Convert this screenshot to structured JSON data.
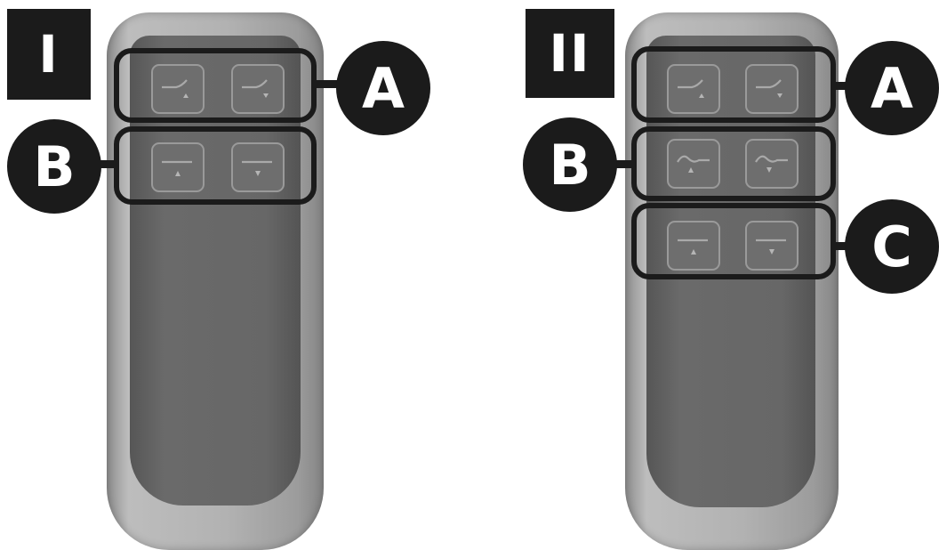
{
  "panels": [
    {
      "label": "I",
      "groups": [
        {
          "callout": "A",
          "keys": [
            "head-up-icon",
            "head-down-icon"
          ]
        },
        {
          "callout": "B",
          "keys": [
            "flat-up-icon",
            "flat-down-icon"
          ]
        }
      ]
    },
    {
      "label": "II",
      "groups": [
        {
          "callout": "A",
          "keys": [
            "head-up-icon",
            "head-down-icon"
          ]
        },
        {
          "callout": "B",
          "keys": [
            "wave-up-icon",
            "wave-down-icon"
          ]
        },
        {
          "callout": "C",
          "keys": [
            "flat-up-icon",
            "flat-down-icon"
          ]
        }
      ]
    }
  ],
  "colors": {
    "callout": "#1b1b1b",
    "remote_body": "#b2b2b2",
    "remote_face": "#666666",
    "key_outline": "#9a9a9a"
  }
}
